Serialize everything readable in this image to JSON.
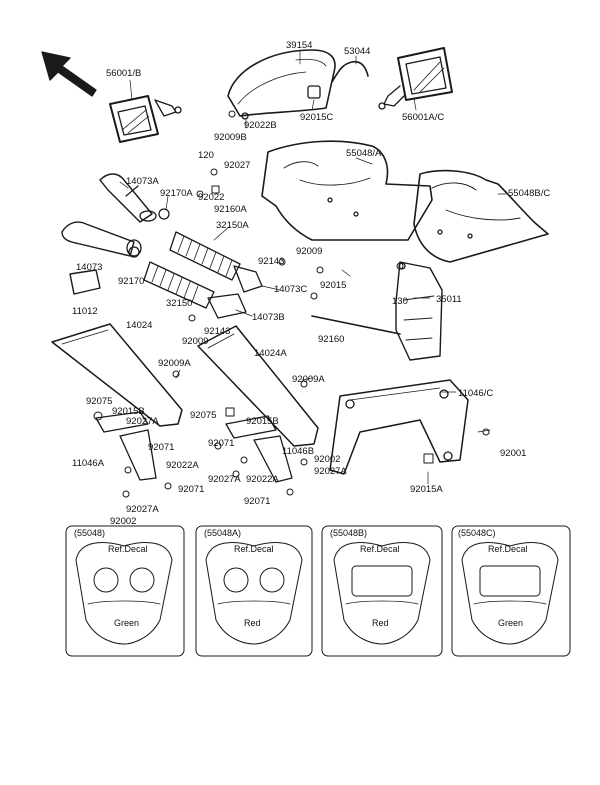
{
  "colors": {
    "ink": "#1a1a1a",
    "paper": "#ffffff"
  },
  "icons": {
    "front_arrow": "arrow-up-left-icon"
  },
  "labels": {
    "p56001b": "56001/B",
    "p39154": "39154",
    "p53044": "53044",
    "p92022b": "92022B",
    "p92009b": "92009B",
    "p92015c": "92015C",
    "p56001ac": "56001A/C",
    "p55048a": "55048/A",
    "p120": "120",
    "p92027_top": "92027",
    "p92022": "92022",
    "p92160a": "92160A",
    "p14073a": "14073A",
    "p92170a": "92170A",
    "p55048bc": "55048B/C",
    "p32150a": "32150A",
    "p92009_mid": "92009",
    "p92143_top": "92143",
    "p14073": "14073",
    "p92170": "92170",
    "p14073c": "14073C",
    "p92015": "92015",
    "p130": "130",
    "p35011": "35011",
    "p11012": "11012",
    "p32150": "32150",
    "p14073b": "14073B",
    "p14024": "14024",
    "p92143_low": "92143",
    "p92009_low": "92009",
    "p92160": "92160",
    "p14024a": "14024A",
    "p92009a_left": "92009A",
    "p92009a_right": "92009A",
    "p11046c": "11046/C",
    "p92075_left": "92075",
    "p92015b_left": "92015B",
    "p92027a_1": "92027A",
    "p92075_right": "92075",
    "p92015b_right": "92015B",
    "p92071_1": "92071",
    "p11046a": "11046A",
    "p92022a_left": "92022A",
    "p92071_2": "92071",
    "p11046b": "11046B",
    "p92002_right": "92002",
    "p92027a_2": "92027A",
    "p92001": "92001",
    "p92022a_right": "92022A",
    "p92071_3": "92071",
    "p92015a": "92015A",
    "p92002_left": "92002",
    "p92027a_3": "92027A",
    "p92027a_4": "92027A"
  },
  "insets": [
    {
      "code": "(55048)",
      "ref": "Ref.Decal",
      "color": "Green"
    },
    {
      "code": "(55048A)",
      "ref": "Ref.Decal",
      "color": "Red"
    },
    {
      "code": "(55048B)",
      "ref": "Ref.Decal",
      "color": "Red"
    },
    {
      "code": "(55048C)",
      "ref": "Ref.Decal",
      "color": "Green"
    }
  ]
}
